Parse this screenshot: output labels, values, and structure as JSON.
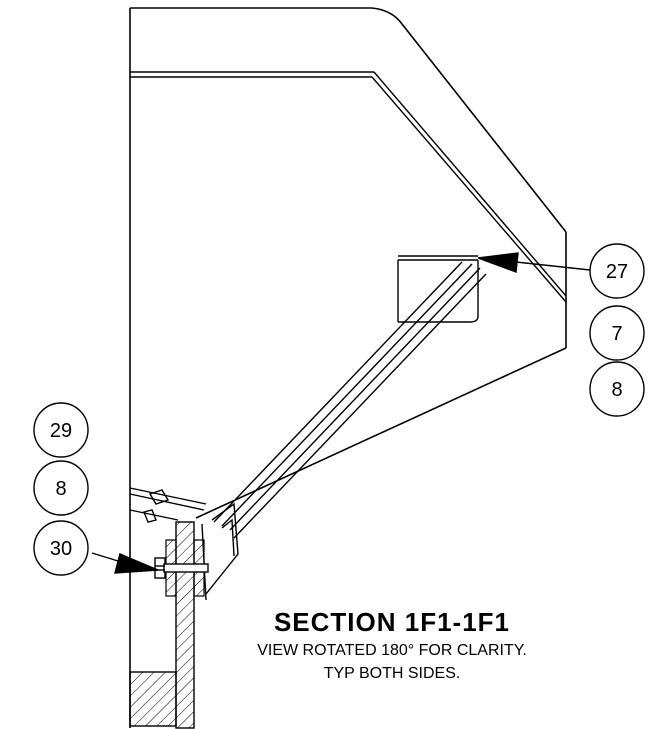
{
  "balloons": {
    "b27": "27",
    "b7": "7",
    "b8_right": "8",
    "b29": "29",
    "b8_left": "8",
    "b30": "30"
  },
  "section": {
    "title": "SECTION 1F1-1F1",
    "note_line1": "VIEW ROTATED 180° FOR CLARITY.",
    "note_line2": "TYP BOTH SIDES."
  }
}
